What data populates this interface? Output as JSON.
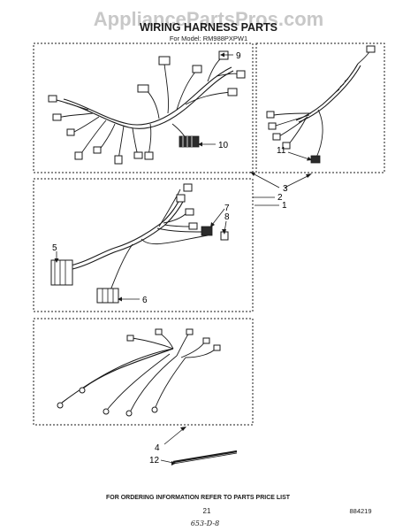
{
  "watermark": "AppliancePartsPros.com",
  "title": "WIRING HARNESS PARTS",
  "subtitle": "For Model: RM988PXPW1",
  "callouts": {
    "c1": "1",
    "c2": "2",
    "c3": "3",
    "c4": "4",
    "c5": "5",
    "c6": "6",
    "c7": "7",
    "c8": "8",
    "c9": "9",
    "c10": "10",
    "c11": "11",
    "c12": "12"
  },
  "footer": {
    "ordering_note": "FOR ORDERING INFORMATION REFER TO PARTS PRICE LIST",
    "page_number": "21",
    "doc_code": "884219",
    "handwritten": "653-D-8"
  }
}
